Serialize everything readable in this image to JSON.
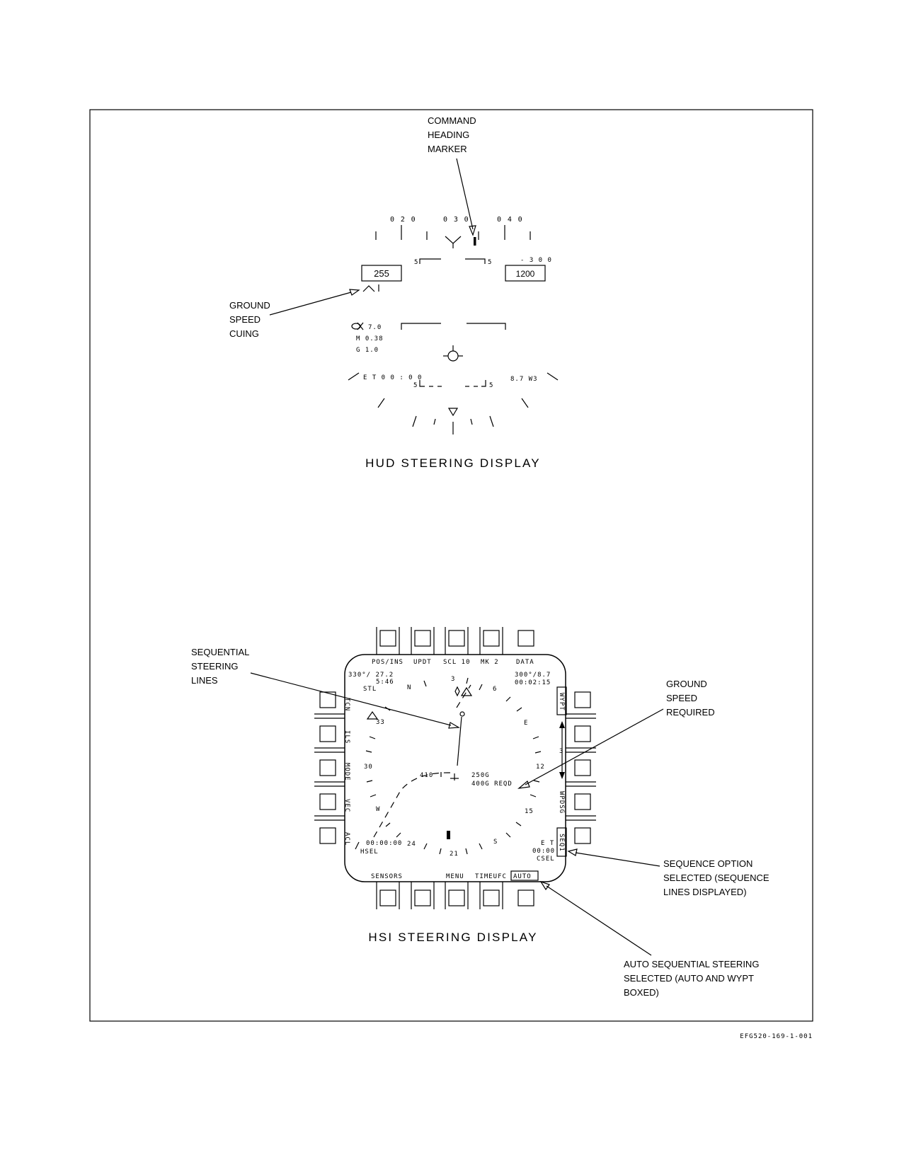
{
  "hud": {
    "title": "HUD STEERING DISPLAY",
    "heading_tape": [
      "0 2 0",
      "0 3 0",
      "0 4 0"
    ],
    "airspeed": "255",
    "altitude": "1200",
    "vertical_velocity": "- 3 0 0",
    "pitch_upper": [
      "5",
      "5"
    ],
    "pitch_lower": [
      "5",
      "5"
    ],
    "alpha": "7.0",
    "mach": "M  0.38",
    "g": "G  1.0",
    "elapsed_time": "E T 0 0 : 0 0",
    "distance_waypoint": "8.7  W3"
  },
  "hsi": {
    "title": "HSI STEERING DISPLAY",
    "top_labels": [
      "POS/INS",
      "UPDT",
      "SCL 10",
      "MK 2",
      "DATA"
    ],
    "bottom_labels": [
      "SENSORS",
      "MENU",
      "TIMEUFC",
      "AUTO"
    ],
    "left_labels": [
      "TCN",
      "ILS",
      "MODE",
      "VEC",
      "ACL"
    ],
    "right_labels": [
      "WYPT",
      "WPDSG",
      "SEQ1"
    ],
    "heading_block": "330°/ 27.2",
    "time_block": "5:46",
    "stl": "STL",
    "wp_block": "300°/8.7",
    "wp_time": "00:02:15",
    "compass": [
      "N",
      "3",
      "6",
      "E",
      "12",
      "15",
      "S",
      "21",
      "24",
      "W",
      "30",
      "33"
    ],
    "scale_marker": "3",
    "ground_speed": "410",
    "ground_speed_g": "250G",
    "gs_required": "400G REQD",
    "elapsed": "00:00:00",
    "hsel": "HSEL",
    "et": "E T",
    "et_time": "00:00",
    "csel": "CSEL"
  },
  "callouts": {
    "command_heading": [
      "COMMAND",
      "HEADING",
      "MARKER"
    ],
    "ground_speed_cuing": [
      "GROUND",
      "SPEED",
      "CUING"
    ],
    "sequential_lines": [
      "SEQUENTIAL",
      "STEERING",
      "LINES"
    ],
    "gs_required": [
      "GROUND",
      "SPEED",
      "REQUIRED"
    ],
    "sequence_option": [
      "SEQUENCE OPTION",
      "SELECTED (SEQUENCE",
      "LINES DISPLAYED)"
    ],
    "auto_seq": [
      "AUTO SEQUENTIAL STEERING",
      "SELECTED (AUTO AND WYPT",
      "BOXED)"
    ]
  },
  "figure_id": "EFG520-169-1-001"
}
